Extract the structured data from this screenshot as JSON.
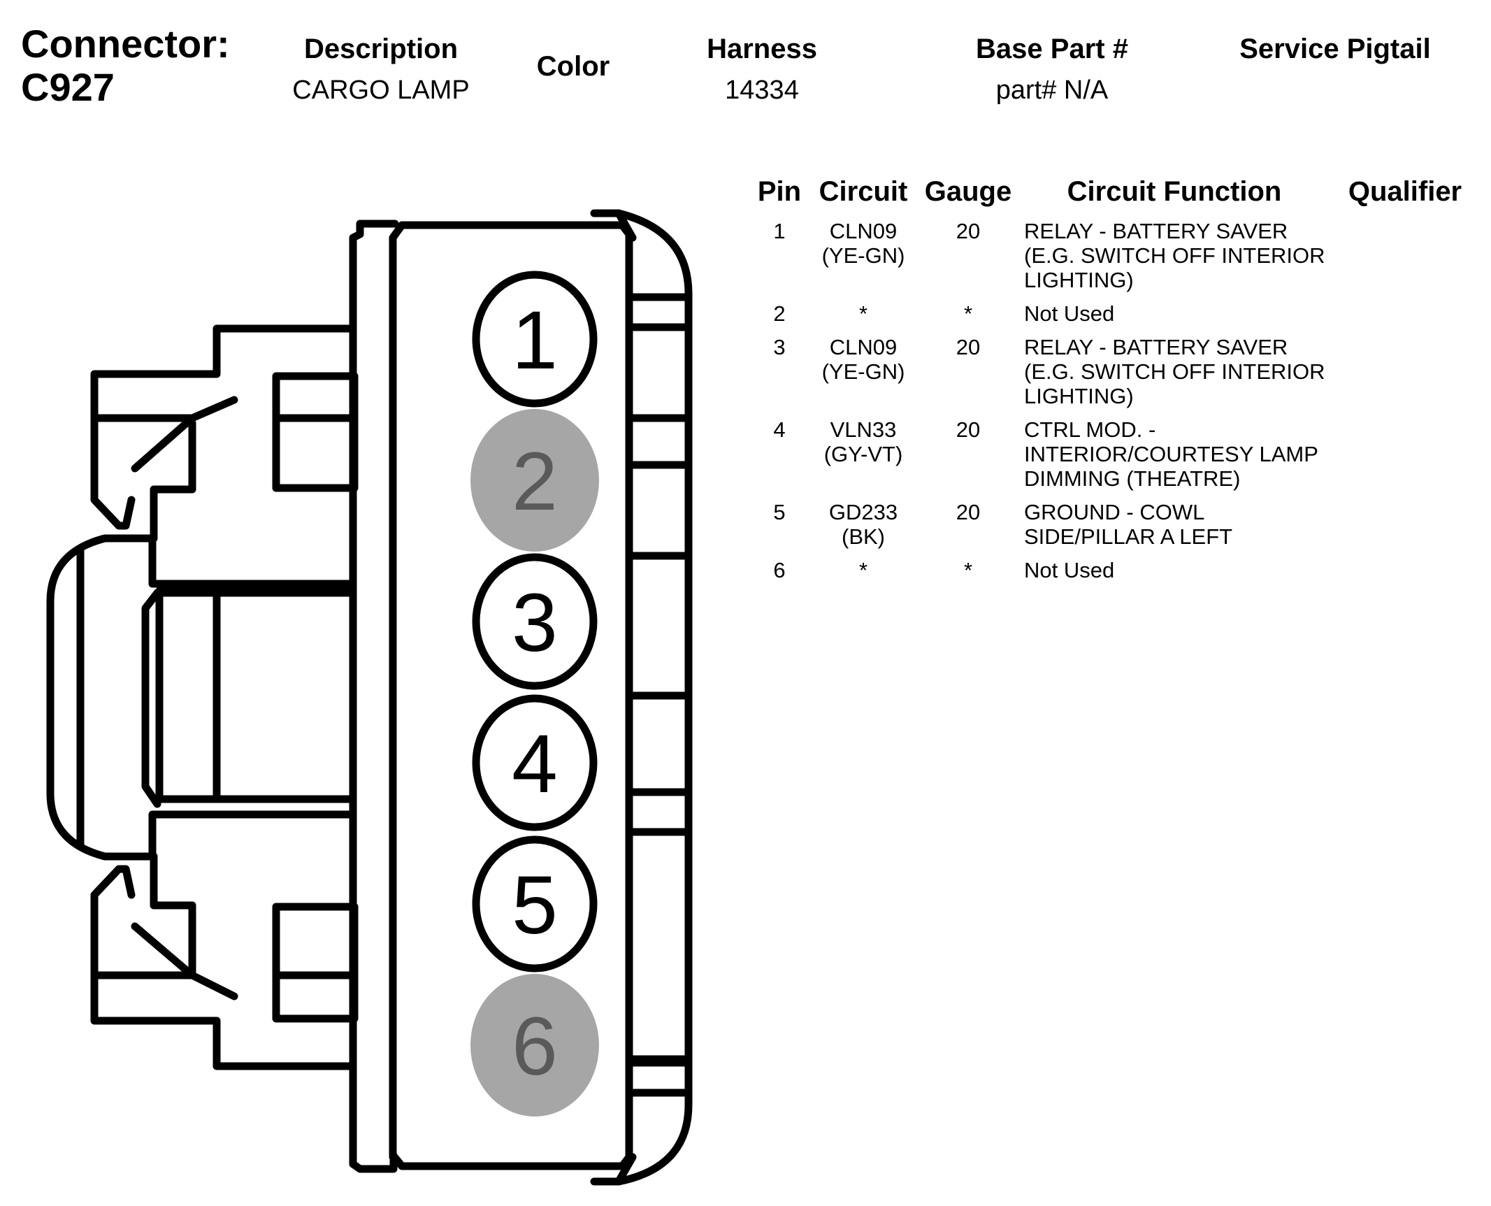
{
  "header": {
    "connector_label": "Connector:",
    "connector_id": "C927",
    "description_label": "Description",
    "description_value": "CARGO LAMP",
    "color_label": "Color",
    "harness_label": "Harness",
    "harness_value": "14334",
    "base_part_label": "Base Part #",
    "base_part_value": "part# N/A",
    "service_pigtail_label": "Service Pigtail"
  },
  "table": {
    "headers": {
      "pin": "Pin",
      "circuit": "Circuit",
      "gauge": "Gauge",
      "function": "Circuit Function",
      "qualifier": "Qualifier"
    },
    "rows": [
      {
        "pin": "1",
        "circuit": "CLN09",
        "color": "(YE-GN)",
        "gauge": "20",
        "function": [
          "RELAY - BATTERY SAVER",
          "(E.G. SWITCH OFF INTERIOR",
          "LIGHTING)"
        ]
      },
      {
        "pin": "2",
        "circuit": "*",
        "color": "",
        "gauge": "*",
        "function": [
          "Not Used"
        ]
      },
      {
        "pin": "3",
        "circuit": "CLN09",
        "color": "(YE-GN)",
        "gauge": "20",
        "function": [
          "RELAY - BATTERY SAVER",
          "(E.G. SWITCH OFF INTERIOR",
          "LIGHTING)"
        ]
      },
      {
        "pin": "4",
        "circuit": "VLN33",
        "color": "(GY-VT)",
        "gauge": "20",
        "function": [
          "CTRL MOD. -",
          "INTERIOR/COURTESY LAMP",
          "DIMMING (THEATRE)"
        ]
      },
      {
        "pin": "5",
        "circuit": "GD233",
        "color": "(BK)",
        "gauge": "20",
        "function": [
          "GROUND - COWL",
          "SIDE/PILLAR A LEFT"
        ]
      },
      {
        "pin": "6",
        "circuit": "*",
        "color": "",
        "gauge": "*",
        "function": [
          "Not Used"
        ]
      }
    ]
  },
  "diagram": {
    "pins": [
      {
        "label": "1",
        "used": true
      },
      {
        "label": "2",
        "used": false
      },
      {
        "label": "3",
        "used": true
      },
      {
        "label": "4",
        "used": true
      },
      {
        "label": "5",
        "used": true
      },
      {
        "label": "6",
        "used": false
      }
    ],
    "colors": {
      "outline": "#000000",
      "unused_fill": "#a6a6a6",
      "unused_text": "#5a5a5a"
    }
  }
}
